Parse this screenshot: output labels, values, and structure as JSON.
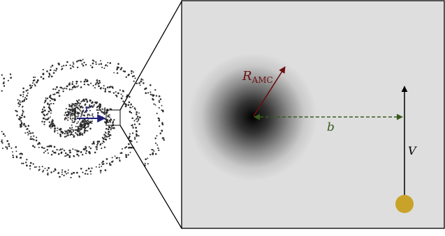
{
  "labels": {
    "r": "r",
    "r_amc_main": "R",
    "r_amc_sub": "AMC",
    "b": "b",
    "v": "V"
  },
  "colors": {
    "panel_bg": "#dedede",
    "r_arrow": "#1f1f7a",
    "r_amc_arrow": "#6b0f0f",
    "b_line": "#3a5a1c",
    "v_arrow": "#000000",
    "body_dot": "#c9a22a",
    "galaxy_dots": "#2b2b2b"
  }
}
